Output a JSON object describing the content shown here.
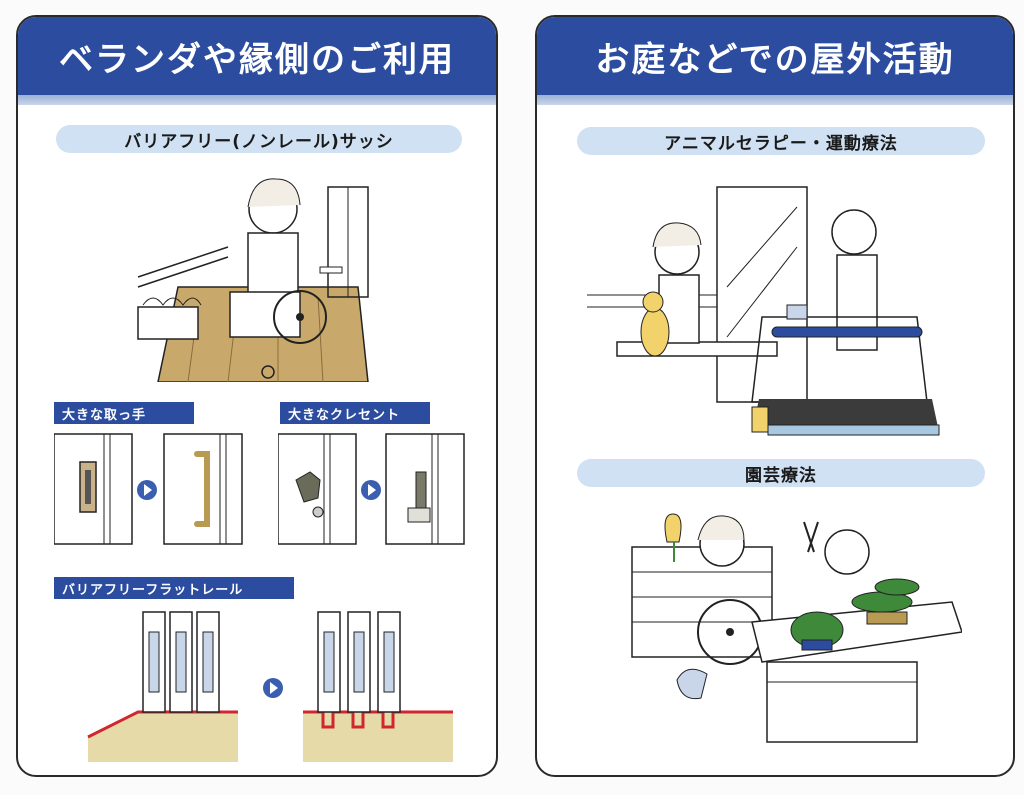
{
  "left_panel": {
    "title": "ベランダや縁側のご利用",
    "section1": "バリアフリー(ノンレール)サッシ",
    "tag_handle": "大きな取っ手",
    "tag_crescent": "大きなクレセント",
    "tag_rail": "バリアフリーフラットレール"
  },
  "right_panel": {
    "title": "お庭などでの屋外活動",
    "section1": "アニマルセラピー・運動療法",
    "section2": "園芸療法"
  },
  "colors": {
    "header_blue": "#2b4c9f",
    "pill_blue": "#cfe1f3",
    "arrow_blue": "#3a5fb0",
    "wood": "#c9a96b",
    "sand": "#e6dba8",
    "rail_red": "#d0262f"
  }
}
